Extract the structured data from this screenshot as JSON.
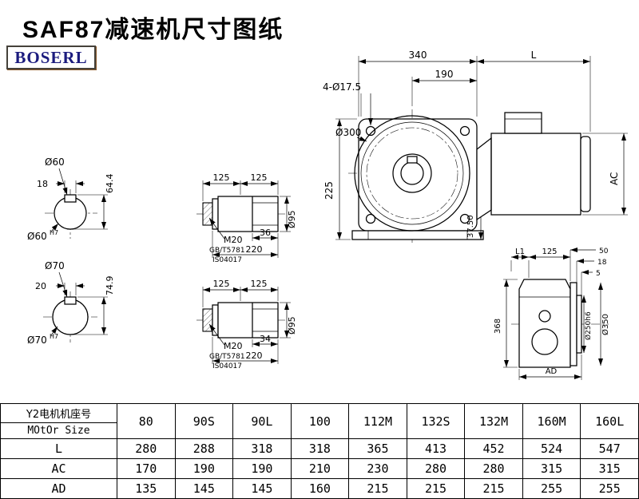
{
  "page": {
    "title": "SAF87减速机尺寸图纸",
    "brand": "BOSERL"
  },
  "front_view": {
    "dim_width": "340",
    "dim_motor_length": "L",
    "dim_190": "190",
    "holes": "4-Ø17.5",
    "flange_dia": "Ø300",
    "dim_height": "225",
    "dim_37_5": "37.50",
    "dim_ac": "AC"
  },
  "shaft_end_60": {
    "dia": "Ø60",
    "key_width": "18",
    "key_height": "64.4",
    "bore": "Ø60",
    "tol": "H7"
  },
  "shaft_end_70": {
    "dia": "Ø70",
    "key_width": "20",
    "key_height": "74.9",
    "bore": "Ø70",
    "tol": "H7"
  },
  "shaft_top": {
    "dim_half_left": "125",
    "dim_half_right": "125",
    "thread": "M20",
    "std1": "GB/T5781",
    "std2": "IS04017",
    "key_len": "36",
    "length": "220",
    "dia": "Ø95"
  },
  "shaft_bottom": {
    "dim_half_left": "125",
    "dim_half_right": "125",
    "thread": "M20",
    "std1": "GB/T5781",
    "std2": "IS04017",
    "key_len": "34",
    "length": "220",
    "dia": "Ø95"
  },
  "side_view": {
    "dim_l1": "L1",
    "dim_125": "125",
    "dim_50": "50",
    "dim_18": "18",
    "dim_5": "5",
    "dim_368": "368",
    "spigot_dia": "Ø250h6",
    "flange_dia": "Ø350",
    "dim_ad": "AD"
  },
  "table": {
    "header_cn": "Y2电机机座号",
    "header_en": "MOtOr Size",
    "columns": [
      "80",
      "90S",
      "90L",
      "100",
      "112M",
      "132S",
      "132M",
      "160M",
      "160L"
    ],
    "rows": [
      {
        "label": "L",
        "values": [
          "280",
          "288",
          "318",
          "318",
          "365",
          "413",
          "452",
          "524",
          "547"
        ]
      },
      {
        "label": "AC",
        "values": [
          "170",
          "190",
          "190",
          "210",
          "230",
          "280",
          "280",
          "315",
          "315"
        ]
      },
      {
        "label": "AD",
        "values": [
          "135",
          "145",
          "145",
          "160",
          "215",
          "215",
          "215",
          "255",
          "255"
        ]
      }
    ]
  }
}
